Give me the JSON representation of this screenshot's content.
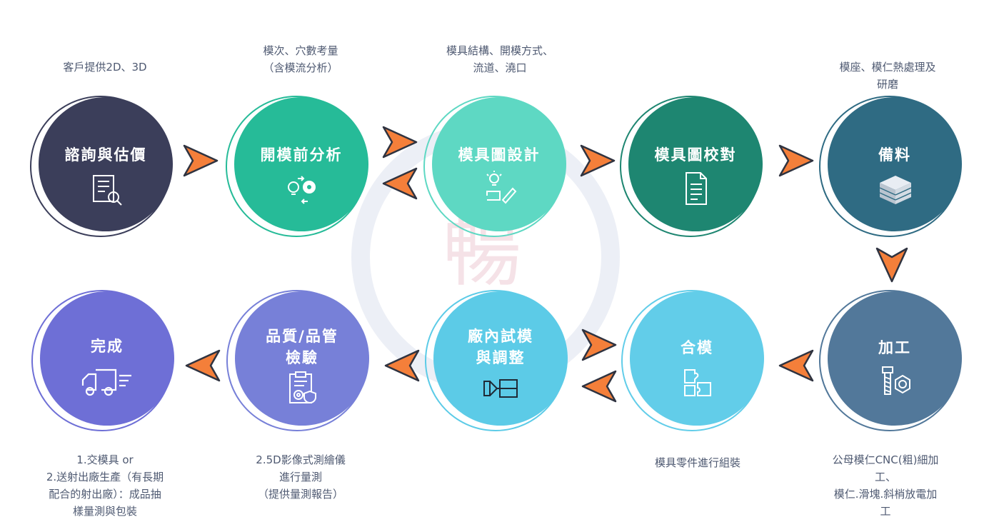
{
  "colors": {
    "step1": "#3b3e5a",
    "step2": "#26bb98",
    "step3": "#5ed8c3",
    "step4": "#1e8671",
    "step5": "#2f6b83",
    "step6": "#52789a",
    "step7": "#62cde9",
    "step8": "#5ccbe7",
    "step9": "#7780d8",
    "step10": "#6e6fd6",
    "arrow": "#f47f3a"
  },
  "steps": [
    {
      "label": "諮詢與估價",
      "icon": "checklist-search-icon",
      "caption": "客戶提供2D、3D"
    },
    {
      "label": "開模前分析",
      "icon": "idea-gear-icon",
      "caption": "模次、穴數考量\n（含模流分析）"
    },
    {
      "label": "模具圖設計",
      "icon": "lightbulb-pencil-icon",
      "caption": "模具結構、開模方式、\n流道、澆口"
    },
    {
      "label": "模具圖校對",
      "icon": "document-icon",
      "caption": ""
    },
    {
      "label": "備料",
      "icon": "material-stack-icon",
      "caption": "模座、模仁熱處理及研磨"
    },
    {
      "label": "加工",
      "icon": "bolt-nut-icon",
      "caption": "公母模仁CNC(粗)細加工、\n模仁.滑塊.斜梢放電加工"
    },
    {
      "label": "合模",
      "icon": "puzzle-icon",
      "caption": "模具零件進行組裝"
    },
    {
      "label": "廠內試模\n與調整",
      "icon": "mold-injection-icon",
      "caption": ""
    },
    {
      "label": "品質/品管\n檢驗",
      "icon": "clipboard-gear-shield-icon",
      "caption": "2.5D影像式測繪儀\n進行量測\n（提供量測報告）"
    },
    {
      "label": "完成",
      "icon": "delivery-truck-icon",
      "caption": "1.交模具 or\n2.送射出廠生產（有長期\n配合的射出廠）：成品抽\n樣量測與包裝"
    }
  ]
}
